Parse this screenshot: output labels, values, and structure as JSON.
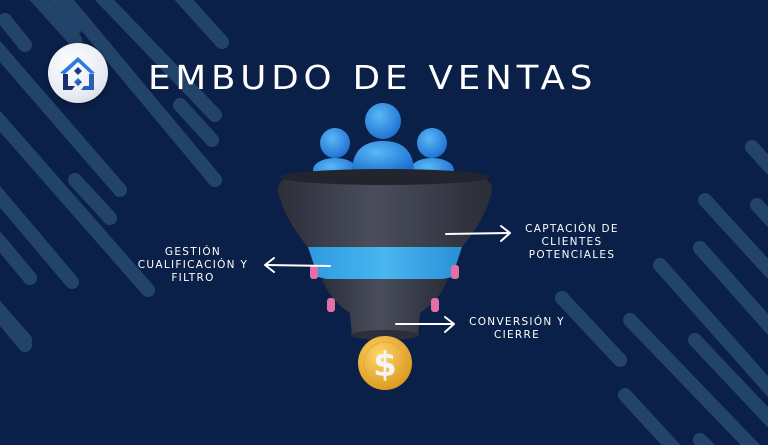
{
  "header": {
    "title": "EMBUDO DE VENTAS",
    "logo_icon": "house-logo-icon"
  },
  "funnel": {
    "icons": [
      "people-group-icon",
      "funnel-icon",
      "dollar-coin-icon"
    ],
    "coin_symbol": "$"
  },
  "labels": {
    "left": {
      "lines": [
        "GESTIÓN",
        "CUALIFICACIÓN Y",
        "FILTRO"
      ]
    },
    "right_top": {
      "lines": [
        "CAPTACIÓN DE",
        "CLIENTES",
        "POTENCIALES"
      ]
    },
    "right_bottom": {
      "lines": [
        "CONVERSIÓN Y",
        "CIERRE"
      ]
    }
  },
  "colors": {
    "background": "#0b2048",
    "stripe": "#25496e",
    "funnel_dark": "#3a3d4a",
    "funnel_band": "#3aa8e6",
    "people": "#2f8fe0",
    "coin": "#f0b43a",
    "accent_pink": "#e46fa6",
    "text": "#ffffff"
  }
}
